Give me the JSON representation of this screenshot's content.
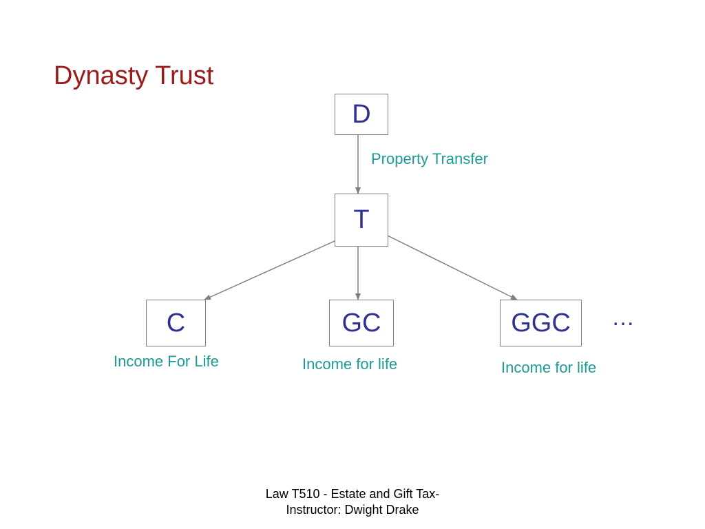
{
  "slide": {
    "title": "Dynasty Trust",
    "nodes": {
      "donor": "D",
      "trust": "T",
      "child": "C",
      "grandchild": "GC",
      "great_grandchild": "GGC"
    },
    "edge_labels": {
      "property_transfer": "Property Transfer"
    },
    "beneficiary_labels": {
      "child": "Income For Life",
      "grandchild": "Income for life",
      "great_grandchild": "Income for life"
    },
    "continuation": "…",
    "footer": {
      "line1": "Law T510 - Estate and Gift Tax-",
      "line2": "Instructor: Dwight Drake"
    },
    "colors": {
      "title": "#9b1b1b",
      "node_text": "#2e3192",
      "label_text": "#1a9b96",
      "connector": "#7f7f7f"
    }
  }
}
